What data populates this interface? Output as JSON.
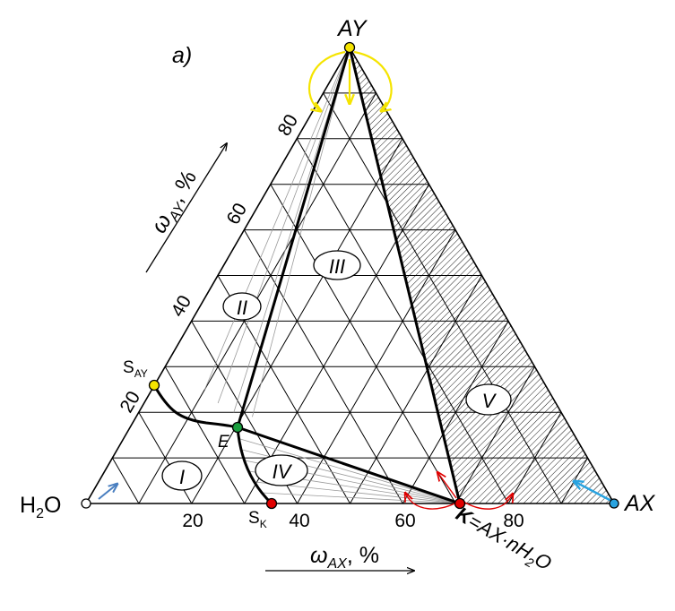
{
  "panel_label": "a)",
  "vertices": {
    "top": {
      "text": "AY",
      "color": "#f5e400"
    },
    "left": {
      "base": "H",
      "sub": "2",
      "tail": "O",
      "color": "#ffffff"
    },
    "right": {
      "text": "AX",
      "color": "#29a3e0"
    }
  },
  "axes": {
    "bottom": {
      "symbol": "ω",
      "sub": "AX",
      "unit": ", %",
      "ticks": [
        "20",
        "40",
        "60",
        "80"
      ]
    },
    "left": {
      "symbol": "ω",
      "sub": "AY",
      "unit": ", %",
      "ticks": [
        "20",
        "40",
        "60",
        "80"
      ]
    }
  },
  "points": {
    "S_AY": {
      "base": "S",
      "sub": "AY",
      "color": "#f5e400"
    },
    "E": {
      "text": "E",
      "color": "#1a9e3f"
    },
    "S_K": {
      "base": "S",
      "sub": "K",
      "color": "#e00000"
    },
    "K": {
      "bold": "K",
      "rest": "=AX·nH",
      "sub": "2",
      "tail": "O",
      "color": "#e00000"
    }
  },
  "regions": [
    "I",
    "II",
    "III",
    "IV",
    "V"
  ],
  "colors": {
    "arrow_yellow": "#f5e400",
    "arrow_red": "#e00000",
    "arrow_blue": "#29a3e0",
    "arrow_steel": "#4a7fc0"
  }
}
